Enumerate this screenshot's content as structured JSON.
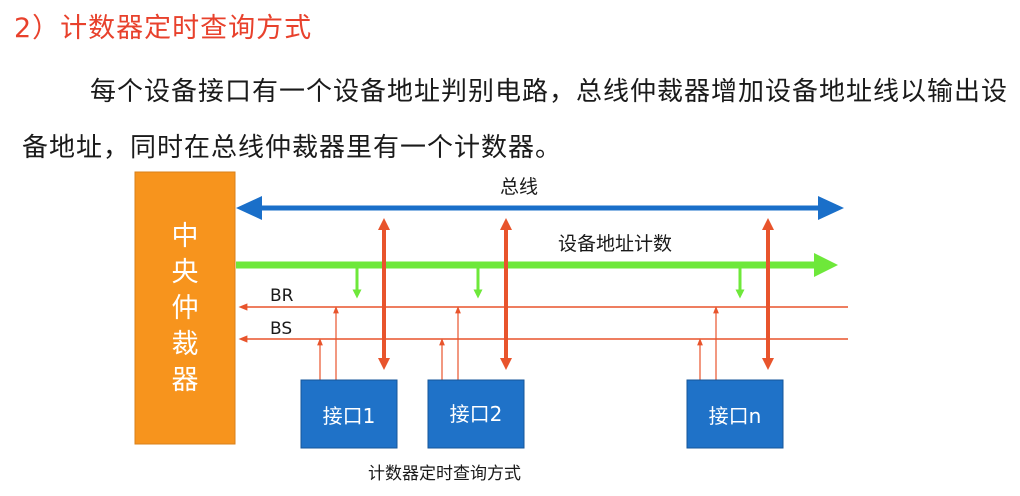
{
  "heading": "2）计数器定时查询方式",
  "paragraph": "每个设备接口有一个设备地址判别电路，总线仲裁器增加设备地址线以输出设备地址，同时在总线仲裁器里有一个计数器。",
  "diagram": {
    "arbiter_chars": [
      "中",
      "央",
      "仲",
      "裁",
      "器"
    ],
    "bus_label": "总线",
    "addr_label": "设备地址计数",
    "br_label": "BR",
    "bs_label": "BS",
    "interfaces": [
      "接口1",
      "接口2",
      "接口n"
    ]
  },
  "caption": "计数器定时查询方式",
  "colors": {
    "heading": "#e8412c",
    "arbiter_fill": "#f7941d",
    "interface_fill": "#1f72c8",
    "bus": "#1a6fc9",
    "addr_line": "#6ee83a",
    "signal_line": "#e8542c"
  }
}
